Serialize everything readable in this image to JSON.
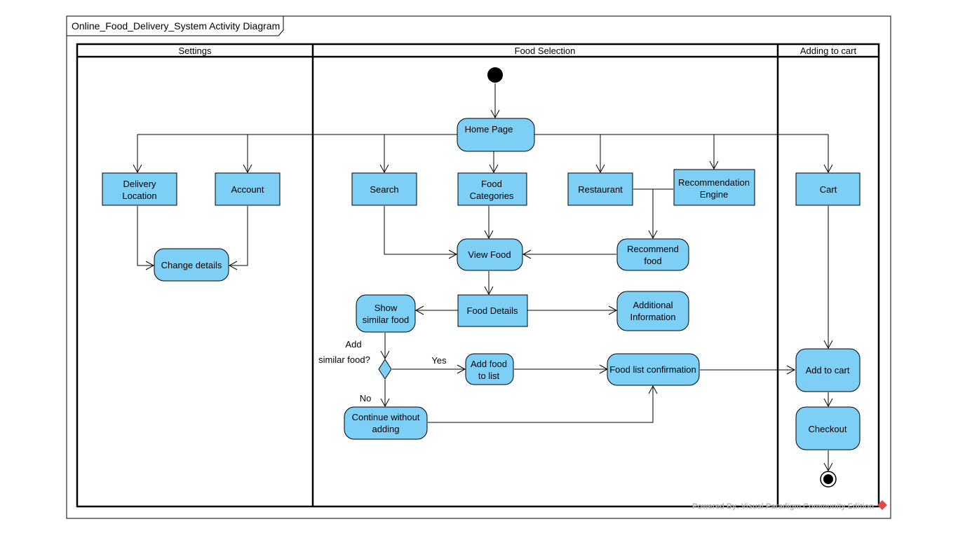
{
  "diagram": {
    "title": "Online_Food_Delivery_System Activity Diagram",
    "swimlanes": [
      "Settings",
      "Food Selection",
      "Adding to cart"
    ],
    "nodes": {
      "delivery_location": [
        "Delivery",
        "Location"
      ],
      "account": [
        "Account"
      ],
      "change_details": [
        "Change details"
      ],
      "home_page": [
        "Home Page"
      ],
      "search": [
        "Search"
      ],
      "food_categories": [
        "Food",
        "Categories"
      ],
      "restaurant": [
        "Restaurant"
      ],
      "recommendation_engine": [
        "Recommendation",
        "Engine"
      ],
      "recommend_food": [
        "Recommend",
        "food"
      ],
      "view_food": [
        "View Food"
      ],
      "food_details": [
        "Food Details"
      ],
      "show_similar_food": [
        "Show",
        "similar food"
      ],
      "additional_information": [
        "Additional",
        "Information"
      ],
      "add_food_to_list": [
        "Add food",
        "to list"
      ],
      "food_list_confirmation": [
        "Food list confirmation"
      ],
      "continue_without_adding": [
        "Continue without",
        "adding"
      ],
      "cart": [
        "Cart"
      ],
      "add_to_cart": [
        "Add to cart"
      ],
      "checkout": [
        "Checkout"
      ]
    },
    "decision": {
      "question": [
        "Add",
        "similar food?"
      ],
      "yes_label": "Yes",
      "no_label": "No"
    },
    "watermark": "Powered By: Visual Paradigm Community Edition"
  },
  "colors": {
    "node_fill": "#7dcff5",
    "stroke": "#000000",
    "watermark": "#b5b5b5",
    "watermark_icon": "#e0484a"
  }
}
